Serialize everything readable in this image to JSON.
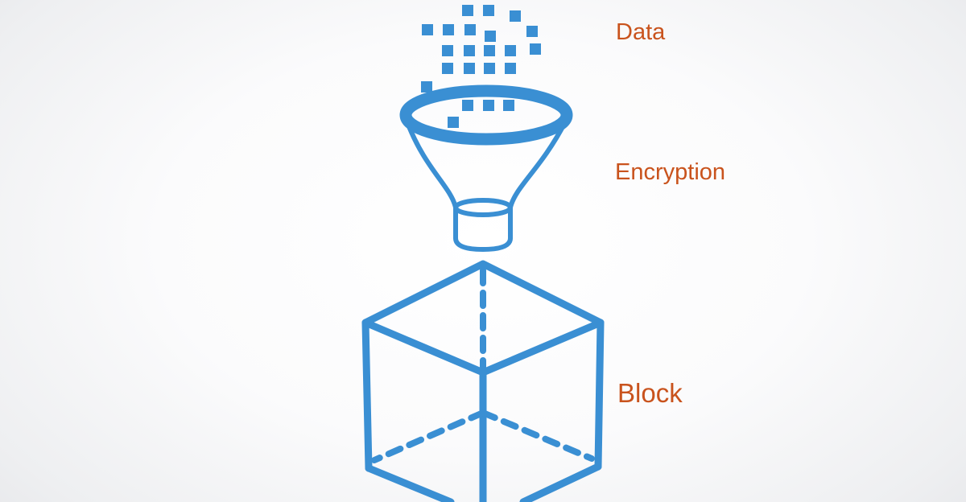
{
  "colors": {
    "accent": "#3a8fd3",
    "label": "#c9531d"
  },
  "labels": {
    "data": "Data",
    "encryption": "Encryption",
    "block": "Block"
  },
  "icons": {
    "data": "pixel-squares-icon",
    "encryption": "funnel-icon",
    "block": "cube-icon"
  }
}
